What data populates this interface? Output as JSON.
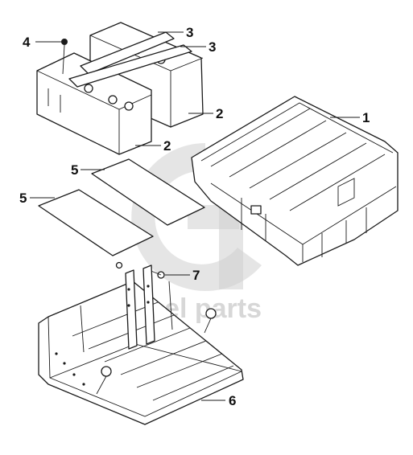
{
  "diagram": {
    "callouts": [
      {
        "id": "c1",
        "label": "1"
      },
      {
        "id": "c2a",
        "label": "2"
      },
      {
        "id": "c2b",
        "label": "2"
      },
      {
        "id": "c3a",
        "label": "3"
      },
      {
        "id": "c3b",
        "label": "3"
      },
      {
        "id": "c4",
        "label": "4"
      },
      {
        "id": "c5a",
        "label": "5"
      },
      {
        "id": "c5b",
        "label": "5"
      },
      {
        "id": "c6",
        "label": "6"
      },
      {
        "id": "c7",
        "label": "7"
      }
    ]
  },
  "watermark": {
    "text": "diesel parts",
    "color": "#c9c9c9"
  }
}
